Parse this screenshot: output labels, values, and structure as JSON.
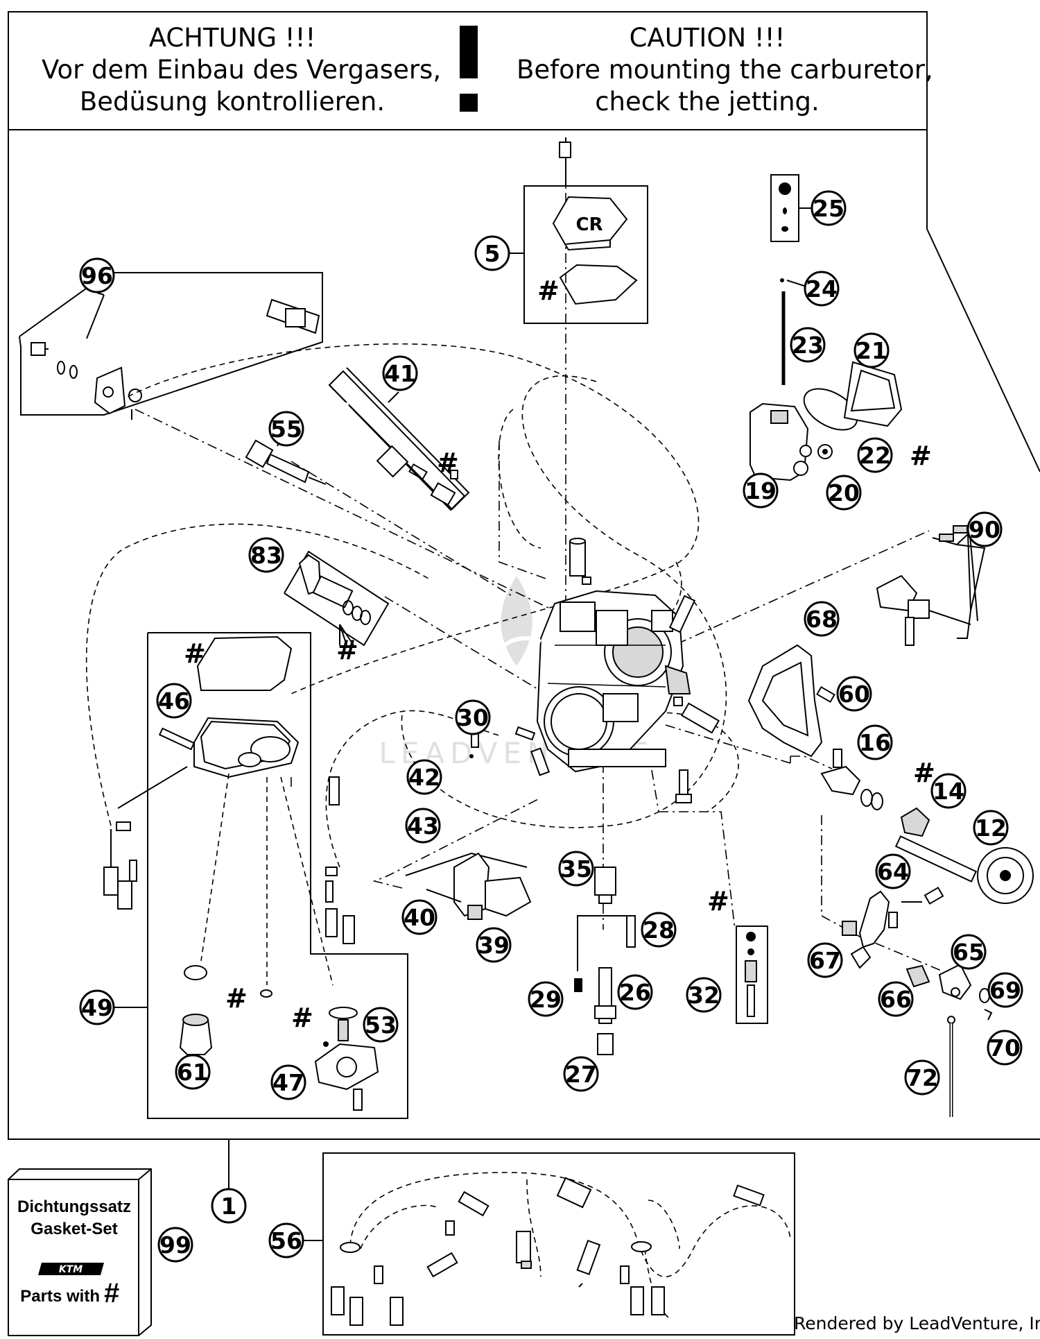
{
  "warning": {
    "de_title": "ACHTUNG !!!",
    "de_line1": "Vor dem Einbau des Vergasers,",
    "de_line2": "Bedüsung kontrollieren.",
    "en_title": "CAUTION !!!",
    "en_line1": "Before mounting the carburetor,",
    "en_line2": "check the jetting."
  },
  "gasket_set": {
    "line1": "Dichtungssatz",
    "line2": "Gasket-Set",
    "brand": "KTM",
    "line3": "Parts with",
    "symbol": "#"
  },
  "cap_label": "CR",
  "watermark": "LEADVENTURE",
  "footer": "Rendered by LeadVenture, Inc.",
  "callouts": [
    "96",
    "5",
    "25",
    "24",
    "23",
    "21",
    "22",
    "19",
    "20",
    "41",
    "55",
    "90",
    "83",
    "68",
    "60",
    "46",
    "30",
    "16",
    "14",
    "12",
    "42",
    "43",
    "35",
    "64",
    "65",
    "40",
    "39",
    "28",
    "32",
    "67",
    "69",
    "29",
    "26",
    "66",
    "70",
    "49",
    "53",
    "27",
    "72",
    "61",
    "47",
    "1",
    "99",
    "56"
  ],
  "hash_symbol": "#"
}
